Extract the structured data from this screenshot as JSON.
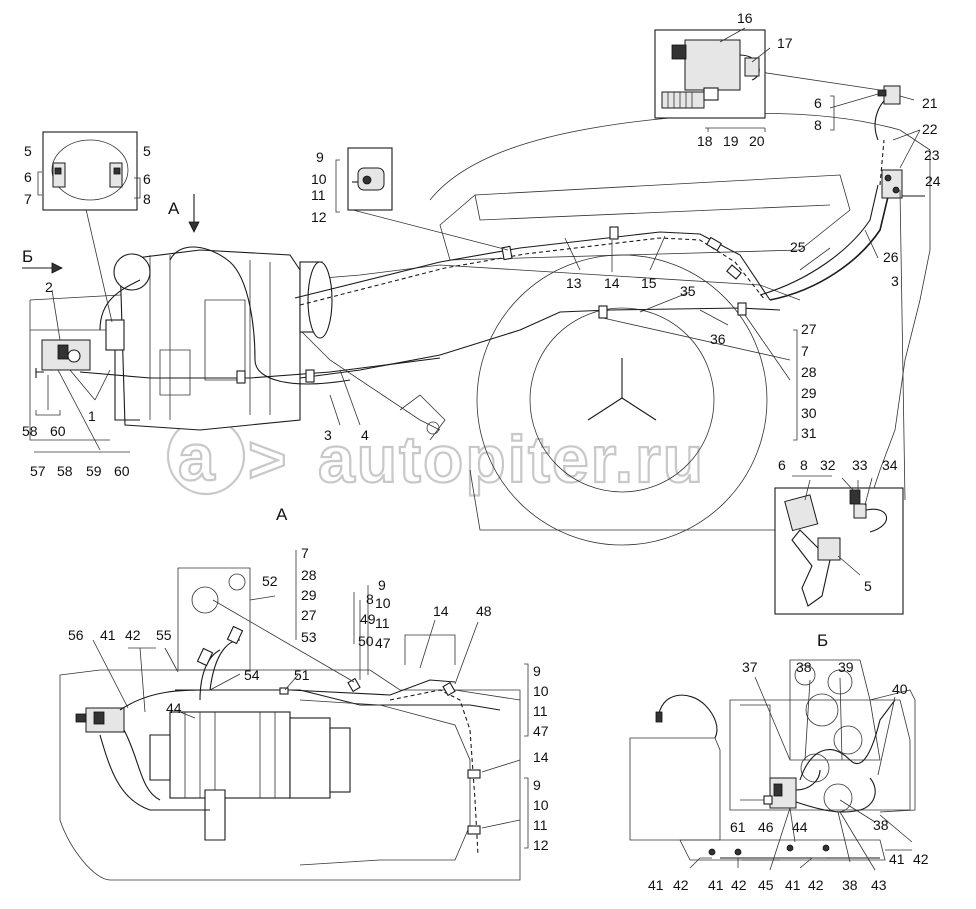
{
  "watermark": {
    "text": "autopiter.ru"
  },
  "view_labels": [
    {
      "id": "A-arrow",
      "text": "А"
    },
    {
      "id": "B-arrow",
      "text": "Б"
    },
    {
      "id": "A-title",
      "text": "А"
    },
    {
      "id": "B-title",
      "text": "Б"
    }
  ],
  "callouts": [
    {
      "id": "c16",
      "text": "16"
    },
    {
      "id": "c17",
      "text": "17"
    },
    {
      "id": "c18",
      "text": "18"
    },
    {
      "id": "c19",
      "text": "19"
    },
    {
      "id": "c20",
      "text": "20"
    },
    {
      "id": "c6a",
      "text": "6"
    },
    {
      "id": "c8a",
      "text": "8"
    },
    {
      "id": "c21",
      "text": "21"
    },
    {
      "id": "c22",
      "text": "22"
    },
    {
      "id": "c23",
      "text": "23"
    },
    {
      "id": "c24",
      "text": "24"
    },
    {
      "id": "c25",
      "text": "25"
    },
    {
      "id": "c26",
      "text": "26"
    },
    {
      "id": "c3a",
      "text": "3"
    },
    {
      "id": "c5a",
      "text": "5"
    },
    {
      "id": "c5b",
      "text": "5"
    },
    {
      "id": "c6b",
      "text": "6"
    },
    {
      "id": "c7a",
      "text": "7"
    },
    {
      "id": "c6c",
      "text": "6"
    },
    {
      "id": "c8b",
      "text": "8"
    },
    {
      "id": "c9a",
      "text": "9"
    },
    {
      "id": "c10a",
      "text": "10"
    },
    {
      "id": "c11a",
      "text": "11"
    },
    {
      "id": "c12a",
      "text": "12"
    },
    {
      "id": "c13",
      "text": "13"
    },
    {
      "id": "c14a",
      "text": "14"
    },
    {
      "id": "c15",
      "text": "15"
    },
    {
      "id": "c35",
      "text": "35"
    },
    {
      "id": "c36",
      "text": "36"
    },
    {
      "id": "c27a",
      "text": "27"
    },
    {
      "id": "c7b",
      "text": "7"
    },
    {
      "id": "c28a",
      "text": "28"
    },
    {
      "id": "c29a",
      "text": "29"
    },
    {
      "id": "c30",
      "text": "30"
    },
    {
      "id": "c31",
      "text": "31"
    },
    {
      "id": "c2",
      "text": "2"
    },
    {
      "id": "c1",
      "text": "1"
    },
    {
      "id": "c58a",
      "text": "58"
    },
    {
      "id": "c60a",
      "text": "60"
    },
    {
      "id": "c57",
      "text": "57"
    },
    {
      "id": "c58b",
      "text": "58"
    },
    {
      "id": "c59",
      "text": "59"
    },
    {
      "id": "c60b",
      "text": "60"
    },
    {
      "id": "c3b",
      "text": "3"
    },
    {
      "id": "c4",
      "text": "4"
    },
    {
      "id": "c6d",
      "text": "6"
    },
    {
      "id": "c8c",
      "text": "8"
    },
    {
      "id": "c32",
      "text": "32"
    },
    {
      "id": "c33",
      "text": "33"
    },
    {
      "id": "c34",
      "text": "34"
    },
    {
      "id": "c5c",
      "text": "5"
    },
    {
      "id": "c7c",
      "text": "7"
    },
    {
      "id": "c28b",
      "text": "28"
    },
    {
      "id": "c29b",
      "text": "29"
    },
    {
      "id": "c27b",
      "text": "27"
    },
    {
      "id": "c53",
      "text": "53"
    },
    {
      "id": "c52",
      "text": "52"
    },
    {
      "id": "c8d",
      "text": "8"
    },
    {
      "id": "c49",
      "text": "49"
    },
    {
      "id": "c50",
      "text": "50"
    },
    {
      "id": "c9b",
      "text": "9"
    },
    {
      "id": "c10b",
      "text": "10"
    },
    {
      "id": "c11b",
      "text": "11"
    },
    {
      "id": "c47a",
      "text": "47"
    },
    {
      "id": "c14b",
      "text": "14"
    },
    {
      "id": "c48",
      "text": "48"
    },
    {
      "id": "c56",
      "text": "56"
    },
    {
      "id": "c41a",
      "text": "41"
    },
    {
      "id": "c42a",
      "text": "42"
    },
    {
      "id": "c55",
      "text": "55"
    },
    {
      "id": "c54",
      "text": "54"
    },
    {
      "id": "c44a",
      "text": "44"
    },
    {
      "id": "c51",
      "text": "51"
    },
    {
      "id": "c9c",
      "text": "9"
    },
    {
      "id": "c10c",
      "text": "10"
    },
    {
      "id": "c11c",
      "text": "11"
    },
    {
      "id": "c47b",
      "text": "47"
    },
    {
      "id": "c14c",
      "text": "14"
    },
    {
      "id": "c9d",
      "text": "9"
    },
    {
      "id": "c10d",
      "text": "10"
    },
    {
      "id": "c11d",
      "text": "11"
    },
    {
      "id": "c12b",
      "text": "12"
    },
    {
      "id": "c37",
      "text": "37"
    },
    {
      "id": "c38a",
      "text": "38"
    },
    {
      "id": "c39",
      "text": "39"
    },
    {
      "id": "c40",
      "text": "40"
    },
    {
      "id": "c61",
      "text": "61"
    },
    {
      "id": "c46",
      "text": "46"
    },
    {
      "id": "c44b",
      "text": "44"
    },
    {
      "id": "c38b",
      "text": "38"
    },
    {
      "id": "c41b",
      "text": "41"
    },
    {
      "id": "c42b",
      "text": "42"
    },
    {
      "id": "c41c",
      "text": "41"
    },
    {
      "id": "c42c",
      "text": "42"
    },
    {
      "id": "c41d",
      "text": "41"
    },
    {
      "id": "c42d",
      "text": "42"
    },
    {
      "id": "c45",
      "text": "45"
    },
    {
      "id": "c41e",
      "text": "41"
    },
    {
      "id": "c42e",
      "text": "42"
    },
    {
      "id": "c38c",
      "text": "38"
    },
    {
      "id": "c43",
      "text": "43"
    }
  ]
}
